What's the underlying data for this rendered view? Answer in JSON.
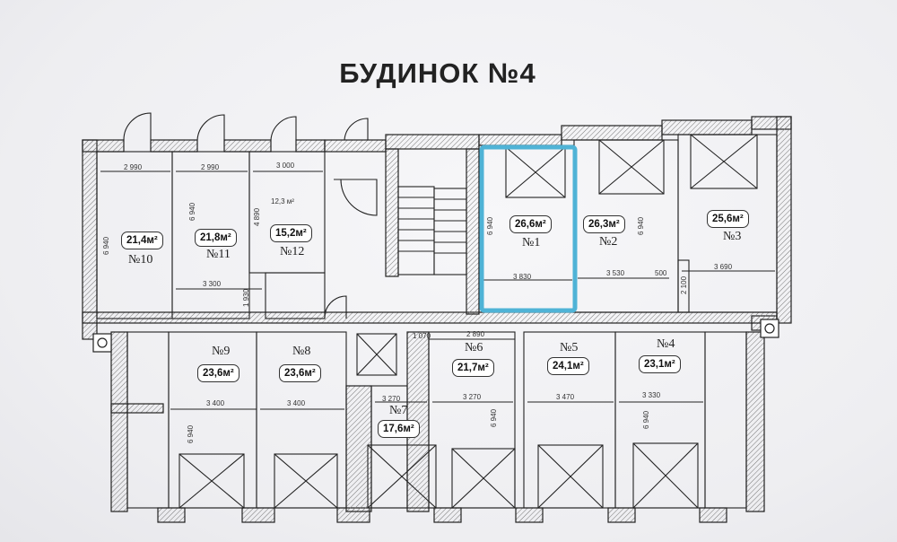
{
  "title": "БУДИНОК №4",
  "highlight_color": "#4fb3d6",
  "units": [
    {
      "id": "1",
      "label": "№1",
      "area": "26,6м²"
    },
    {
      "id": "2",
      "label": "№2",
      "area": "26,3м²"
    },
    {
      "id": "3",
      "label": "№3",
      "area": "25,6м²"
    },
    {
      "id": "4",
      "label": "№4",
      "area": "23,1м²"
    },
    {
      "id": "5",
      "label": "№5",
      "area": "24,1м²"
    },
    {
      "id": "6",
      "label": "№6",
      "area": "21,7м²"
    },
    {
      "id": "7",
      "label": "№7",
      "area": "17,6м²"
    },
    {
      "id": "8",
      "label": "№8",
      "area": "23,6м²"
    },
    {
      "id": "9",
      "label": "№9",
      "area": "23,6м²"
    },
    {
      "id": "10",
      "label": "№10",
      "area": "21,4м²"
    },
    {
      "id": "11",
      "label": "№11",
      "area": "21,8м²"
    },
    {
      "id": "12",
      "label": "№12",
      "area": "15,2м²"
    }
  ],
  "dimensions": {
    "d_2990_a": "2 990",
    "d_2990_b": "2 990",
    "d_3000": "3 000",
    "d_12_3": "12,3 м²",
    "d_3300": "3 300",
    "d_1930": "1 930",
    "d_6940_10": "6 940",
    "d_6940_11": "6 940",
    "d_4890": "4 890",
    "d_3830": "3 830",
    "d_6940_1": "6 940",
    "d_3530": "3 530",
    "d_6940_2": "6 940",
    "d_500": "500",
    "d_2100": "2 100",
    "d_3690": "3 690",
    "d_1070": "1 070",
    "d_2890": "2 890",
    "d_3400_9": "3 400",
    "d_3400_8": "3 400",
    "d_6940_9": "6 940",
    "d_3270_7": "3 270",
    "d_3270_6": "3 270",
    "d_6940_6": "6 940",
    "d_3470": "3 470",
    "d_3330": "3 330",
    "d_6940_4": "6 940"
  }
}
